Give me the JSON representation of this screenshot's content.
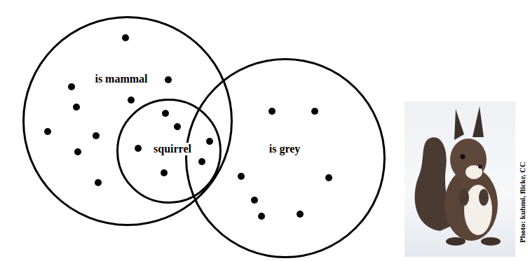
{
  "diagram": {
    "nodes": [
      {
        "text": [
          "is mammal"
        ]
      },
      {
        "text": [
          "squirrel"
        ],
        "in": 0
      },
      {
        "text": [
          "is grey"
        ]
      }
    ],
    "labels": [
      "Photo: kuhmi, flickr, CC"
    ]
  }
}
